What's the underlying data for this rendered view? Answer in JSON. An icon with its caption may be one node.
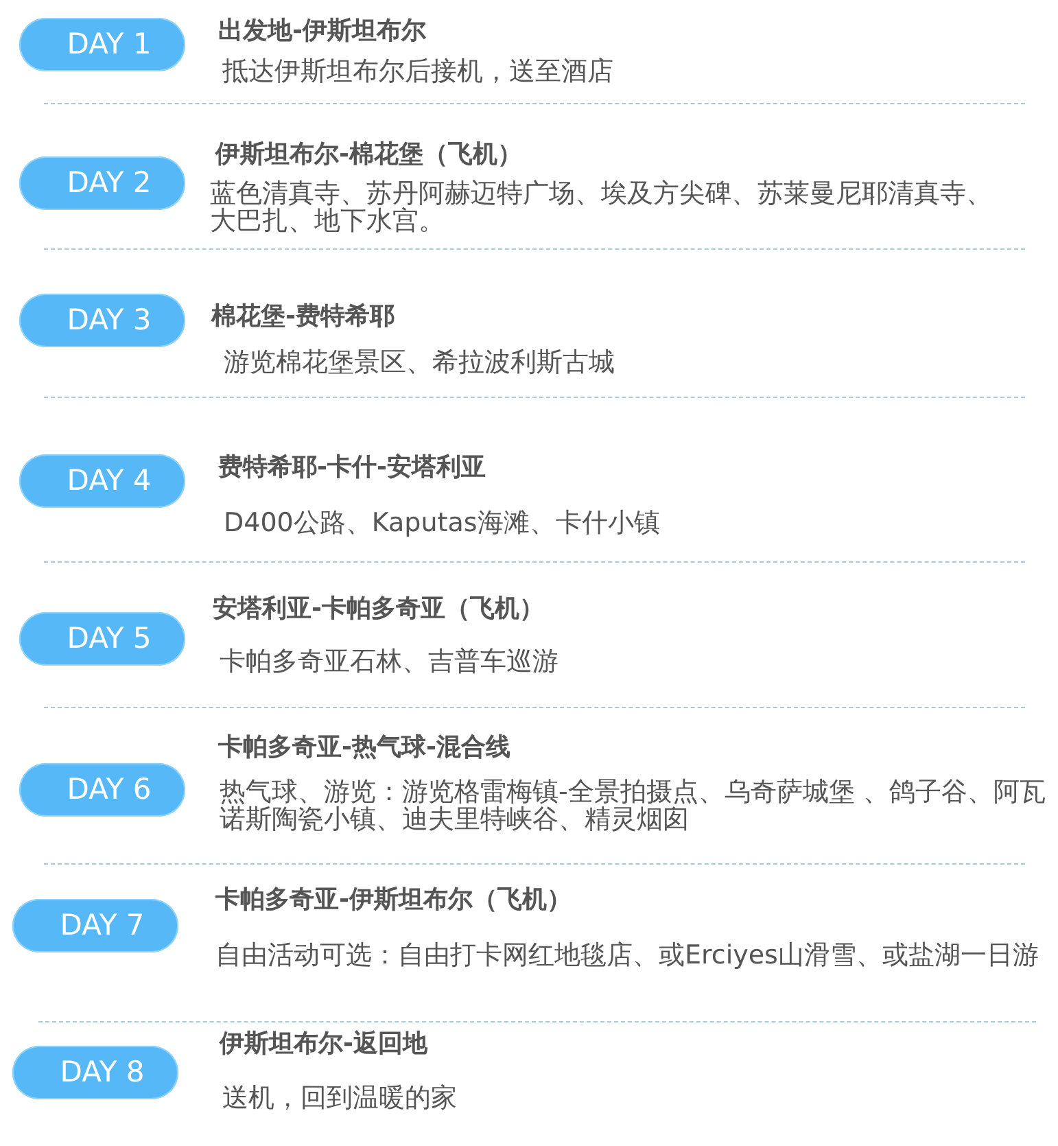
{
  "diagram": {
    "nodes": [
      {
        "text": [
          "DAY 1"
        ],
        "beside": [
          "出发地-伊斯坦布尔",
          "抵达伊斯坦布尔后接机，送至酒店"
        ]
      },
      {
        "text": [
          "DAY 2"
        ],
        "beside": [
          "伊斯坦布尔-棉花堡（飞机）",
          "蓝色清真寺、苏丹阿赫迈特广场、埃及方尖碑、苏莱曼尼耶清真寺、大巴扎、地下水宫。"
        ]
      },
      {
        "text": [
          "DAY 3"
        ],
        "beside": [
          "棉花堡-费特希耶",
          "游览棉花堡景区、希拉波利斯古城"
        ]
      },
      {
        "text": [
          "DAY 4"
        ],
        "beside": [
          "费特希耶-卡什-安塔利亚",
          "D400公路、Kaputas海滩、卡什小镇"
        ]
      },
      {
        "text": [
          "DAY 5"
        ],
        "beside": [
          "安塔利亚-卡帕多奇亚（飞机）",
          "卡帕多奇亚石林、吉普车巡游"
        ]
      },
      {
        "text": [
          "DAY 6"
        ],
        "beside": [
          "卡帕多奇亚-热气球-混合线",
          "热气球、游览：游览格雷梅镇-全景拍摄点、乌奇萨城堡 、鸽子谷、阿瓦诺斯陶瓷小镇、迪夫里特峡谷、精灵烟囱"
        ]
      },
      {
        "text": [
          "DAY 7"
        ],
        "beside": [
          "卡帕多奇亚-伊斯坦布尔（飞机）",
          "自由活动可选：自由打卡网红地毯店、或Erciyes山滑雪、或盐湖一日游"
        ]
      },
      {
        "text": [
          "DAY 8"
        ],
        "beside": [
          "伊斯坦布尔-返回地",
          "送机，回到温暖的家"
        ]
      }
    ]
  }
}
